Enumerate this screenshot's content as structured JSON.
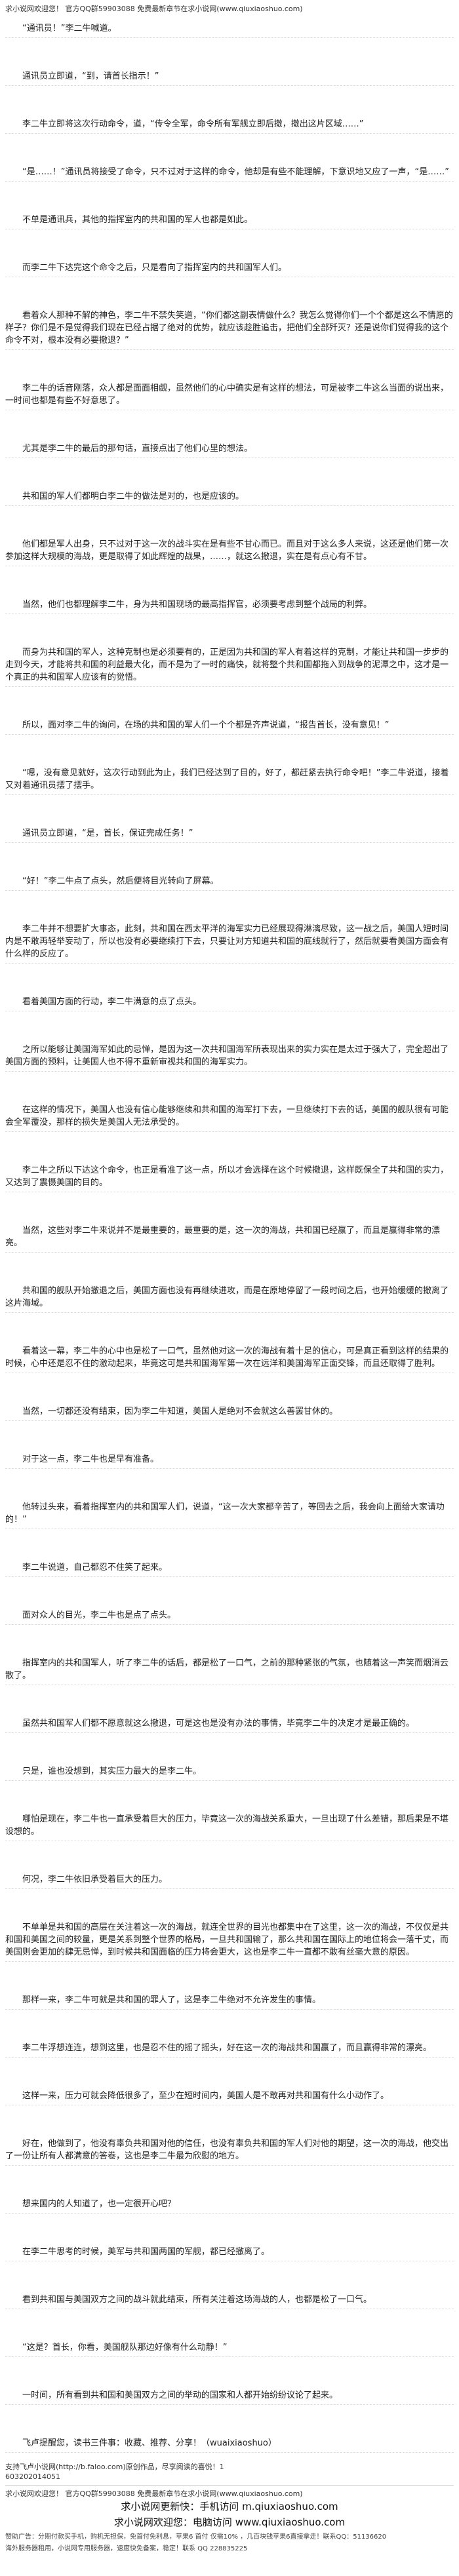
{
  "header": {
    "notice": "求小说网欢迎您！ 官方QQ群59903088 免费最新章节在求小说网(www.qiuxiaoshuo.com)"
  },
  "chapter": {
    "paragraphs": [
      "“通讯员！”李二牛喊道。",
      "通讯员立即道，“到，请首长指示！”",
      "李二牛立即将这次行动命令，道，“传令全军，命令所有军舰立即后撤，撤出这片区域……”",
      "“是……！”通讯员将接受了命令，只不过对于这样的命令，他却是有些不能理解，下意识地又应了一声，“是……”",
      "不单是通讯兵，其他的指挥室内的共和国的军人也都是如此。",
      "而李二牛下达完这个命令之后，只是看向了指挥室内的共和国军人们。",
      "看着众人那种不解的神色，李二牛不禁失笑道，“你们都这副表情做什么？我怎么觉得你们一个个都是这么不情愿的样子？你们是不是觉得我们现在已经占据了绝对的优势，就应该趁胜追击，把他们全部歼灭？还是说你们觉得我的这个命令不对，根本没有必要撤退？”",
      "李二牛的话音刚落，众人都是面面相觑，虽然他们的心中确实是有这样的想法，可是被李二牛这么当面的说出来，一时间也都是有些不好意思了。",
      "尤其是李二牛的最后的那句话，直接点出了他们心里的想法。",
      "共和国的军人们都明白李二牛的做法是对的，也是应该的。",
      "他们都是军人出身，只不过对于这一次的战斗实在是有些不甘心而已。而且对于这么多人来说，这还是他们第一次参加这样大规模的海战，更是取得了如此辉煌的战果，……，就这么撤退，实在是有点心有不甘。",
      "当然，他们也都理解李二牛，身为共和国现场的最高指挥官，必须要考虑到整个战局的利弊。",
      "而身为共和国的军人，这种克制也是必须要有的，正是因为共和国的军人有着这样的克制，才能让共和国一步步的走到今天，才能将共和国的利益最大化，而不是为了一时的痛快，就将整个共和国都拖入到战争的泥潭之中，这才是一个真正的共和国军人应该有的觉悟。",
      "所以，面对李二牛的询问，在场的共和国的军人们一个个都是齐声说道，“报告首长，没有意见！”",
      "“嗯，没有意见就好，这次行动到此为止，我们已经达到了目的，好了，都赶紧去执行命令吧！”李二牛说道，接着又对着通讯员摆了摆手。",
      "通讯员立即道，“是，首长，保证完成任务！”",
      "“好！”李二牛点了点头，然后便将目光转向了屏幕。",
      "李二牛并不想要扩大事态，此刻，共和国在西太平洋的海军实力已经展现得淋漓尽致，这一战之后，美国人短时间内是不敢再轻举妄动了，所以也没有必要继续打下去，只要让对方知道共和国的底线就行了，然后就要看美国方面会有什么样的反应了。",
      "看着美国方面的行动，李二牛满意的点了点头。",
      "之所以能够让美国海军如此的忌惮，是因为这一次共和国海军所表现出来的实力实在是太过于强大了，完全超出了美国方面的预料，让美国人也不得不重新审视共和国的海军实力。",
      "在这样的情况下，美国人也没有信心能够继续和共和国的海军打下去，一旦继续打下去的话，美国的舰队很有可能会全军覆没，那样的损失是美国人无法承受的。",
      "李二牛之所以下达这个命令，也正是看准了这一点，所以才会选择在这个时候撤退，这样既保全了共和国的实力，又达到了震慑美国的目的。",
      "当然，这些对李二牛来说并不是最重要的，最重要的是，这一次的海战，共和国已经赢了，而且是赢得非常的漂亮。",
      "共和国的舰队开始撤退之后，美国方面也没有再继续进攻，而是在原地停留了一段时间之后，也开始缓缓的撤离了这片海域。",
      "看着这一幕，李二牛的心中也是松了一口气，虽然他对这一次的海战有着十足的信心，可是真正看到这样的结果的时候，心中还是忍不住的激动起来，毕竟这可是共和国海军第一次在远洋和美国海军正面交锋，而且还取得了胜利。",
      "当然，一切都还没有结束，因为李二牛知道，美国人是绝对不会就这么善罢甘休的。",
      "对于这一点，李二牛也是早有准备。",
      "他转过头来，看着指挥室内的共和国军人们，说道，“这一次大家都辛苦了，等回去之后，我会向上面给大家请功的！”",
      "李二牛说道，自己都忍不住笑了起来。",
      "面对众人的目光，李二牛也是点了点头。",
      "指挥室内的共和国军人，听了李二牛的话后，都是松了一口气，之前的那种紧张的气氛，也随着这一声笑而烟消云散了。",
      "虽然共和国军人们都不愿意就这么撤退，可是这也是没有办法的事情，毕竟李二牛的决定才是最正确的。",
      "只是，谁也没想到，其实压力最大的是李二牛。",
      "哪怕是现在，李二牛也一直承受着巨大的压力，毕竟这一次的海战关系重大，一旦出现了什么差错，那后果是不堪设想的。",
      "何况，李二牛依旧承受着巨大的压力。",
      "不单单是共和国的高层在关注着这一次的海战，就连全世界的目光也都集中在了这里，这一次的海战，不仅仅是共和国和美国之间的较量，更是关系到整个世界的格局，一旦共和国输了，那么共和国在国际上的地位将会一落千丈，而美国则会更加的肆无忌惮，到时候共和国面临的压力将会更大，这也是李二牛一直都不敢有丝毫大意的原因。",
      "那样一来，李二牛可就是共和国的罪人了，这是李二牛绝对不允许发生的事情。",
      "李二牛浮想连连，想到这里，也是忍不住的摇了摇头，好在这一次的海战共和国赢了，而且赢得非常的漂亮。",
      "这样一来，压力可就会降低很多了，至少在短时间内，美国人是不敢再对共和国有什么小动作了。",
      "好在，他做到了，他没有辜负共和国对他的信任，也没有辜负共和国的军人们对他的期望，这一次的海战，他交出了一份让所有人都满意的答卷，这也是李二牛最为欣慰的地方。",
      "想来国内的人知道了，也一定很开心吧？",
      "在李二牛思考的时候，美军与共和国两国的军舰，都已经撤离了。",
      "看到共和国与美国双方之间的战斗就此结束，所有关注着这场海战的人，也都是松了一口气。",
      "“这是？首长，你看，美国舰队那边好像有什么动静！”",
      "一时间，所有看到共和国和美国双方之间的举动的国家和人都开始纷纷议论了起来。",
      "飞卢提醒您，读书三件事：收藏、推荐、分享！（wuaixiaoshuo）"
    ]
  },
  "footer": {
    "support_line": "支持飞卢小说网(http://b.faloo.com)原创作品，尽享阅读的喜悦！1",
    "code": "603202014051",
    "notice": "求小说网欢迎您！ 官方QQ群59903088 免费最新章节在求小说网(www.qiuxiaoshuo.com)",
    "mobile_label": "求小说网更新快：手机访问",
    "mobile_link": "m.qiuxiaoshuo.com",
    "pc_label": "求小说网欢迎您：电脑访问",
    "pc_link": "www.qiuxiaoshuo.com",
    "ads": [
      "赞助广告：分期付款买手机，购机无担保，免首付免利息，苹果6 首付 仅需10% ，几百块钱苹果6直接拿走！联系QQ：51136620",
      "海外服务器租用，小说网专用服务器，速度快免备案，稳定！联系 QQ 228835225"
    ]
  }
}
